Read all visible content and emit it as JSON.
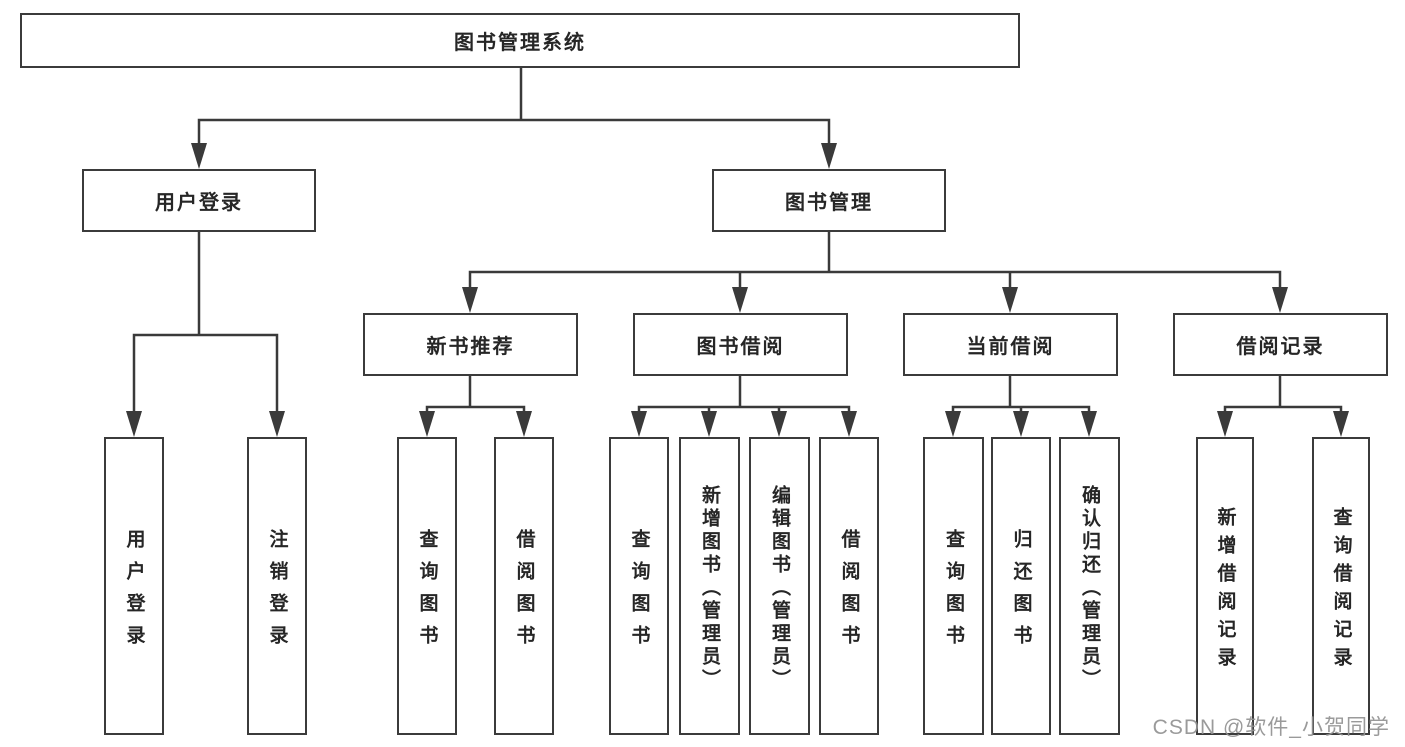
{
  "tree": {
    "root": "图书管理系统",
    "branches": [
      {
        "label": "用户登录",
        "children": [
          "用户登录",
          "注销登录"
        ]
      },
      {
        "label": "图书管理",
        "children": [
          {
            "label": "新书推荐",
            "children": [
              "查询图书",
              "借阅图书"
            ]
          },
          {
            "label": "图书借阅",
            "children": [
              "查询图书",
              "新增图书（管理员）",
              "编辑图书（管理员）",
              "借阅图书"
            ]
          },
          {
            "label": "当前借阅",
            "children": [
              "查询图书",
              "归还图书",
              "确认归还（管理员）"
            ]
          },
          {
            "label": "借阅记录",
            "children": [
              "新增借阅记录",
              "查询借阅记录"
            ]
          }
        ]
      }
    ]
  },
  "watermark": "CSDN @软件_小贺同学",
  "colors": {
    "line": "#3a3a3a",
    "box_border": "#3b3b3b",
    "box_fill": "#ffffff",
    "text": "#262626",
    "watermark": "#919191"
  }
}
